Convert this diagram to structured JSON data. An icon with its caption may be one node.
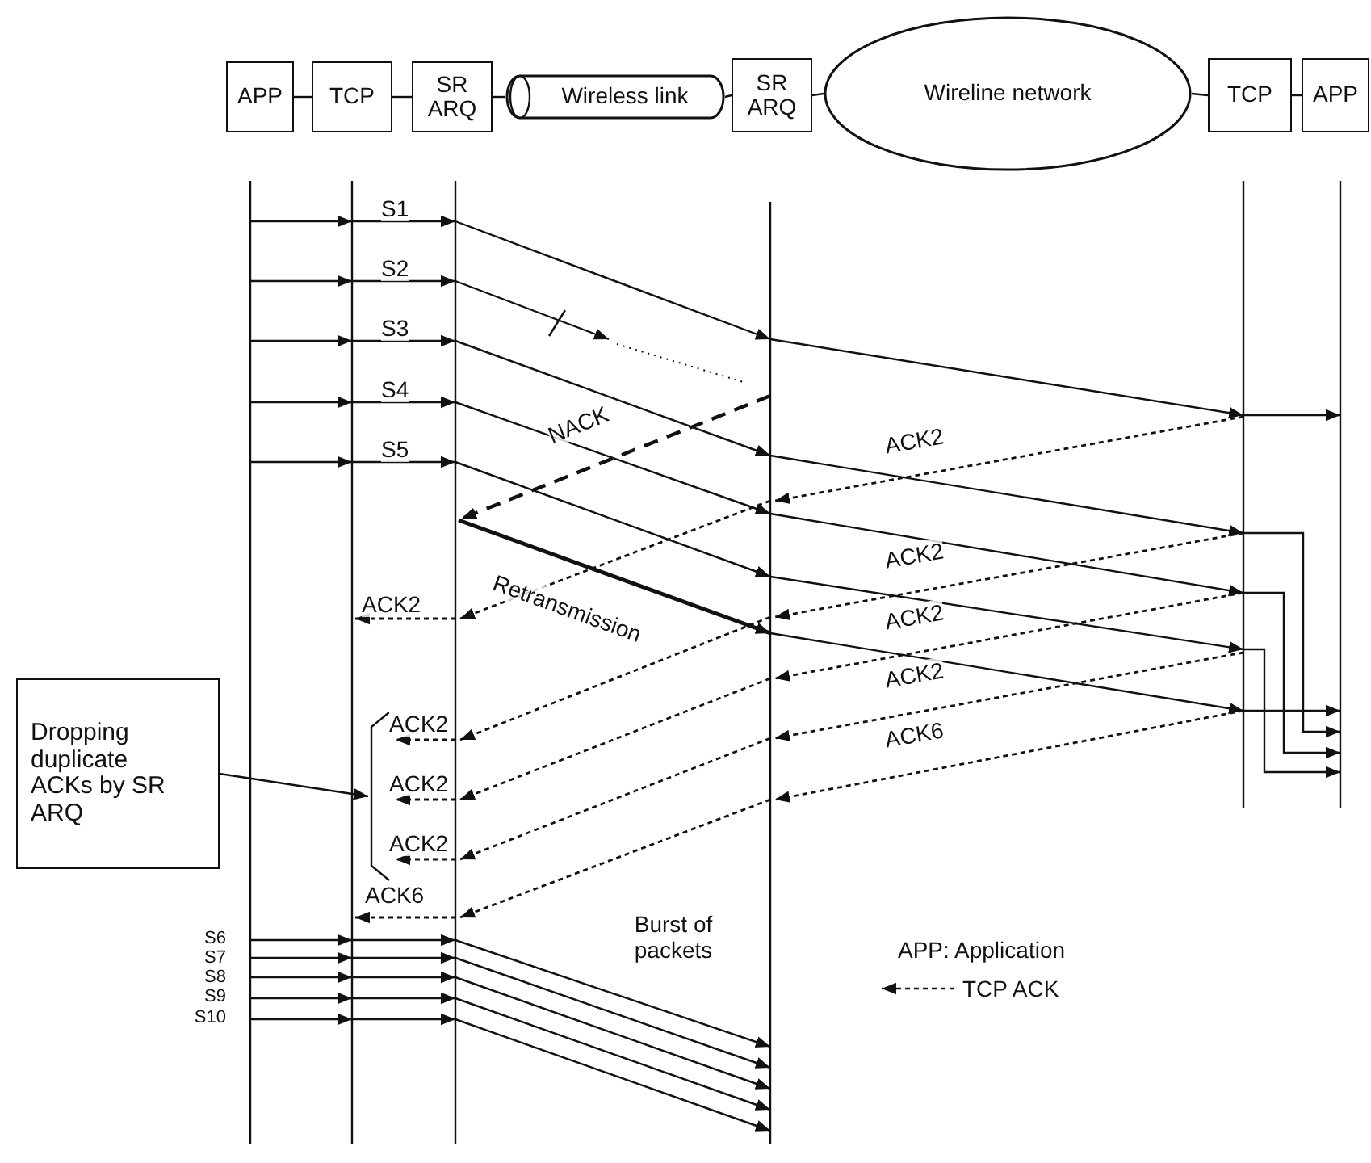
{
  "diagram": {
    "nodes": [
      {
        "text": [
          "APP"
        ]
      },
      {
        "text": [
          "TCP"
        ]
      },
      {
        "text": [
          "SR ARQ"
        ]
      },
      {
        "text": [
          "Wireless link"
        ]
      },
      {
        "text": [
          "SR ARQ"
        ]
      },
      {
        "text": [
          "Wireline network"
        ]
      },
      {
        "text": [
          "TCP"
        ]
      },
      {
        "text": [
          "APP"
        ]
      },
      {
        "text": [
          "Dropping duplicate ACKs by SR ARQ"
        ]
      },
      {
        "text": [],
        "shape": "bracket"
      }
    ],
    "edges": [
      {
        "from": 0,
        "to": 1,
        "arrow": "none"
      },
      {
        "from": 1,
        "to": 2,
        "arrow": "none"
      },
      {
        "from": 2,
        "to": 3,
        "arrow": "none"
      },
      {
        "from": 3,
        "to": 4,
        "arrow": "none"
      },
      {
        "from": 4,
        "to": 5,
        "arrow": "none"
      },
      {
        "from": 5,
        "to": 6,
        "arrow": "none"
      },
      {
        "from": 6,
        "to": 7,
        "arrow": "none"
      },
      {
        "from": 8,
        "to": 9,
        "arrow": "to"
      }
    ],
    "labels": [
      "S1",
      "S2",
      "S3",
      "S4",
      "S5",
      "NACK",
      "ACK2",
      "ACK2",
      "ACK2",
      "Retransmission",
      "ACK2",
      "ACK2",
      "ACK6",
      "ACK2",
      "ACK2",
      "ACK2",
      "ACK6",
      "S6",
      "S7",
      "S8",
      "S9",
      "S10",
      "Burst of packets",
      "APP: Application"
    ],
    "legend": [
      {
        "text": "TCP ACK"
      }
    ]
  }
}
